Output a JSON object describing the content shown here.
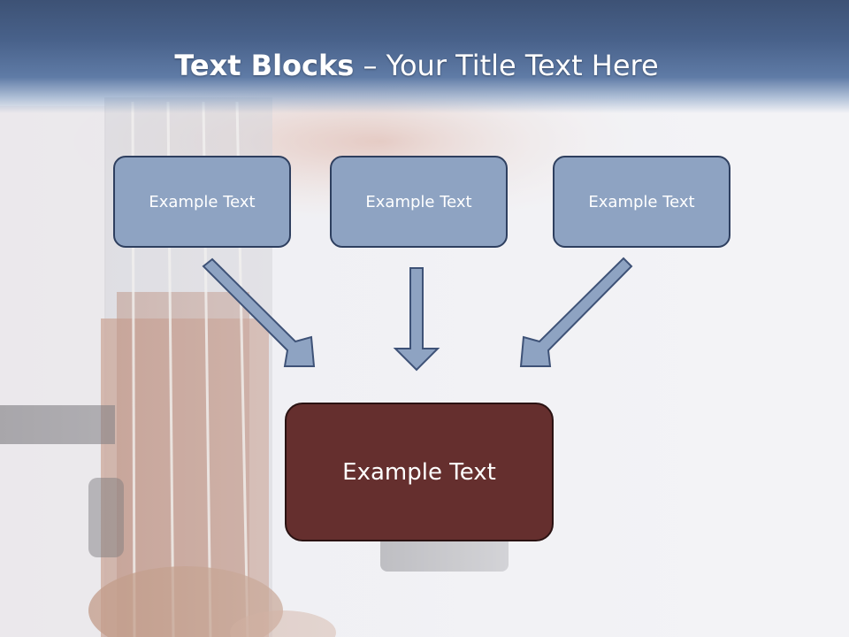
{
  "slide": {
    "title_bold": "Text Blocks",
    "title_separator": "–",
    "title_rest": "Your Title Text Here"
  },
  "blocks": [
    {
      "label": "Example Text"
    },
    {
      "label": "Example Text"
    },
    {
      "label": "Example Text"
    }
  ],
  "target": {
    "label": "Example Text"
  },
  "colors": {
    "title_band": "#48618a",
    "block_fill": "#8ea3c2",
    "block_border": "#2e3f5f",
    "target_fill": "#652f2e",
    "arrow_fill": "#8ea3c2"
  }
}
